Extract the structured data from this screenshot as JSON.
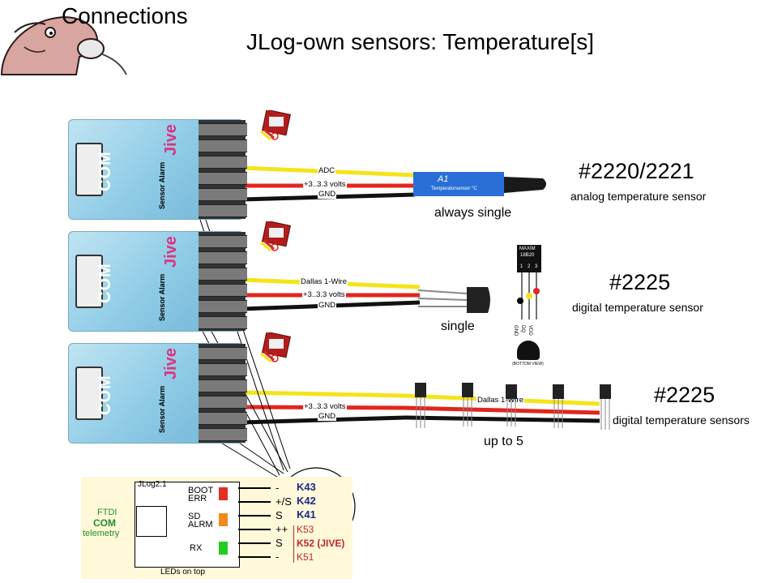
{
  "header": {
    "logo_title": "Connections",
    "page_title": "JLog-own sensors: Temperature[s]"
  },
  "modules": {
    "com_label": "COM",
    "jive_label": "Jive",
    "sensor_label": "Sensor Alarm"
  },
  "wires": {
    "adc": "ADC",
    "volts": "+3..3.3 volts",
    "gnd": "GND",
    "dallas": "Dallas 1-Wire"
  },
  "products": [
    {
      "number": "#2220/2221",
      "description": "analog temperature sensor",
      "caption": "always single"
    },
    {
      "number": "#2225",
      "description": "digital temperature sensor",
      "caption": "single"
    },
    {
      "number": "#2225",
      "description": "digital temperature sensors",
      "caption": "up to 5"
    }
  ],
  "sensor_labels": {
    "analog_sticker": "Temperatursensor °C",
    "chip_brand": "MAXIM",
    "chip_model": "18B20",
    "chip_pins": [
      "1",
      "2",
      "3"
    ],
    "chip_pin_names": [
      "GND",
      "DQ",
      "VDD"
    ],
    "bottom_view": "(BOTTOM VIEW)"
  },
  "pinout": {
    "device": "JLog2.1",
    "ftdi": "FTDI",
    "com": "COM",
    "telemetry": "telemetry",
    "leds_label": "LEDs on top",
    "leds": [
      {
        "label": "BOOT\nERR",
        "color": "#e0301e"
      },
      {
        "label": "SD\nALRM",
        "color": "#f08a1c"
      },
      {
        "label": "RX",
        "color": "#22cc22"
      }
    ],
    "pins": [
      {
        "sign": "-",
        "name": "K43",
        "color": "#1a2a8c"
      },
      {
        "sign": "+/S",
        "name": "K42",
        "color": "#1a2a8c"
      },
      {
        "sign": "S",
        "name": "K41",
        "color": "#1a2a8c"
      },
      {
        "sign": "++",
        "name": "K53",
        "color": "#c0262f"
      },
      {
        "sign": "S",
        "name": "K52 (JIVE)",
        "color": "#c0262f"
      },
      {
        "sign": "-",
        "name": "K51",
        "color": "#c0262f"
      }
    ]
  }
}
